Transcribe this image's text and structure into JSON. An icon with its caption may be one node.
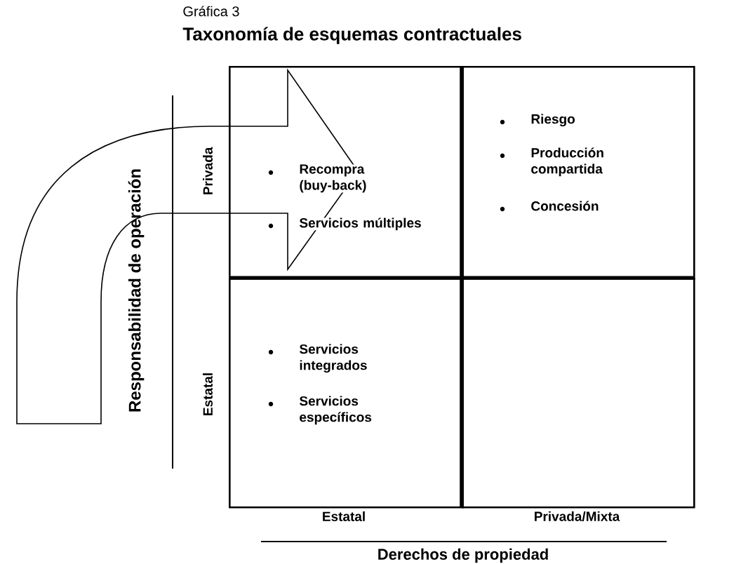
{
  "diagram": {
    "title": "Taxonomía de esquemas contractuales",
    "nodes": [
      {
        "text": [
          "Recompra (buy-back)",
          "Servicios múltiples"
        ]
      },
      {
        "text": [
          "Riesgo",
          "Producción compartida",
          "Concesión"
        ]
      },
      {
        "text": [
          "Servicios integrados",
          "Servicios específicos"
        ]
      },
      {
        "text": [],
        "shape": "box"
      }
    ],
    "labels": [
      "Gráfica 3",
      "Responsabilidad de operación",
      "Privada",
      "Estatal",
      "Estatal",
      "Privada/Mixta",
      "Derechos de propiedad"
    ]
  }
}
